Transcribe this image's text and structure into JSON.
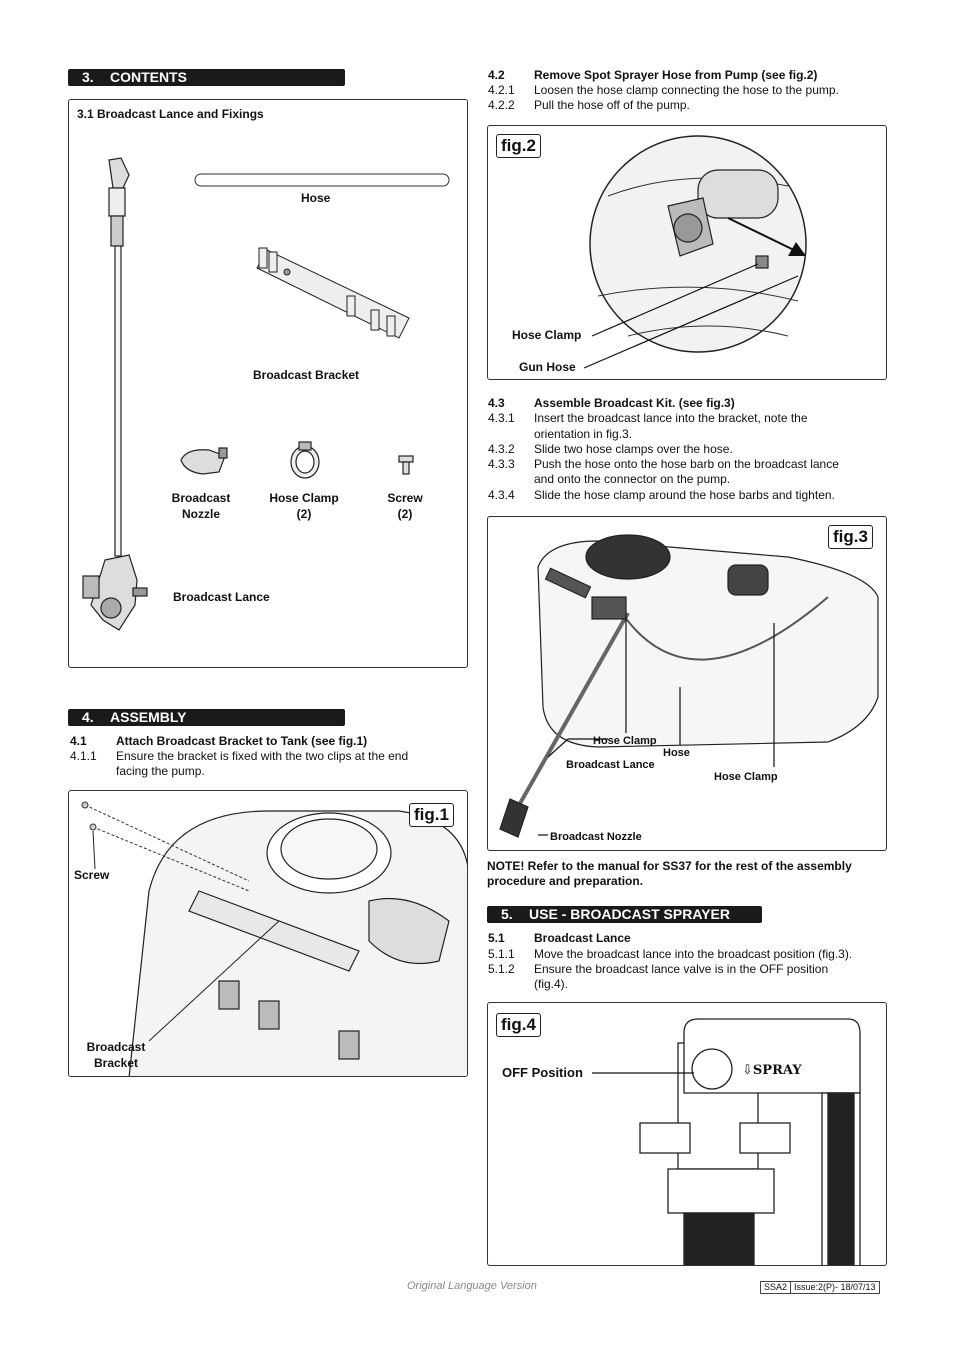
{
  "sec3": {
    "num": "3.",
    "title": "CONTENTS"
  },
  "s31": {
    "title": "3.1  Broadcast Lance and Fixings"
  },
  "contents_labels": {
    "hose": "Hose",
    "bracket": "Broadcast Bracket",
    "nozzle_1": "Broadcast",
    "nozzle_2": "Nozzle",
    "clamp_1": "Hose Clamp",
    "clamp_2": "(2)",
    "screw_1": "Screw",
    "screw_2": "(2)",
    "lance": "Broadcast Lance"
  },
  "sec4": {
    "num": "4.",
    "title": "ASSEMBLY"
  },
  "s41": {
    "num": "4.1",
    "title": "Attach Broadcast Bracket to Tank (see fig.1)",
    "n1": "4.1.1",
    "t1a": "Ensure the bracket is fixed with the two clips at the end",
    "t1b": "facing the pump."
  },
  "fig1": {
    "tag": "fig.1",
    "screw": "Screw",
    "bracket_1": "Broadcast",
    "bracket_2": "Bracket"
  },
  "s42": {
    "num": "4.2",
    "title": "Remove Spot Sprayer Hose from Pump (see fig.2)",
    "n1": "4.2.1",
    "t1": "Loosen the hose clamp connecting the hose to the pump.",
    "n2": "4.2.2",
    "t2": "Pull the hose off of the pump."
  },
  "fig2": {
    "tag": "fig.2",
    "clamp": "Hose Clamp",
    "gun": "Gun Hose"
  },
  "s43": {
    "num": "4.3",
    "title": "Assemble Broadcast Kit. (see fig.3)",
    "n1": "4.3.1",
    "t1a": "Insert the broadcast lance into the bracket, note the",
    "t1b": "orientation in fig.3.",
    "n2": "4.3.2",
    "t2": "Slide two hose clamps over the hose.",
    "n3": "4.3.3",
    "t3a": "Push the hose onto the hose barb on the broadcast lance",
    "t3b": "and onto the connector on the pump.",
    "n4": "4.3.4",
    "t4": "Slide the hose clamp around the hose barbs and tighten."
  },
  "fig3": {
    "tag": "fig.3",
    "clamp1": "Hose Clamp",
    "hose": "Hose",
    "lance": "Broadcast Lance",
    "clamp2": "Hose Clamp",
    "nozzle": "Broadcast Nozzle"
  },
  "note": {
    "l1": "NOTE! Refer to the manual for SS37 for the rest of the assembly",
    "l2": "procedure and preparation."
  },
  "sec5": {
    "num": "5.",
    "title": "USE - BROADCAST SPRAYER"
  },
  "s51": {
    "num": "5.1",
    "title": "Broadcast Lance",
    "n1": "5.1.1",
    "t1": "Move the broadcast lance into the broadcast position (fig.3).",
    "n2": "5.1.2",
    "t2a": "Ensure the broadcast lance valve is in the OFF position",
    "t2b": "(fig.4)."
  },
  "fig4": {
    "tag": "fig.4",
    "off": "OFF Position",
    "spray": "SPRAY"
  },
  "footer": {
    "lang": "Original Language Version",
    "model": "SSA2",
    "issue": "Issue:2(P)- 18/07/13"
  }
}
